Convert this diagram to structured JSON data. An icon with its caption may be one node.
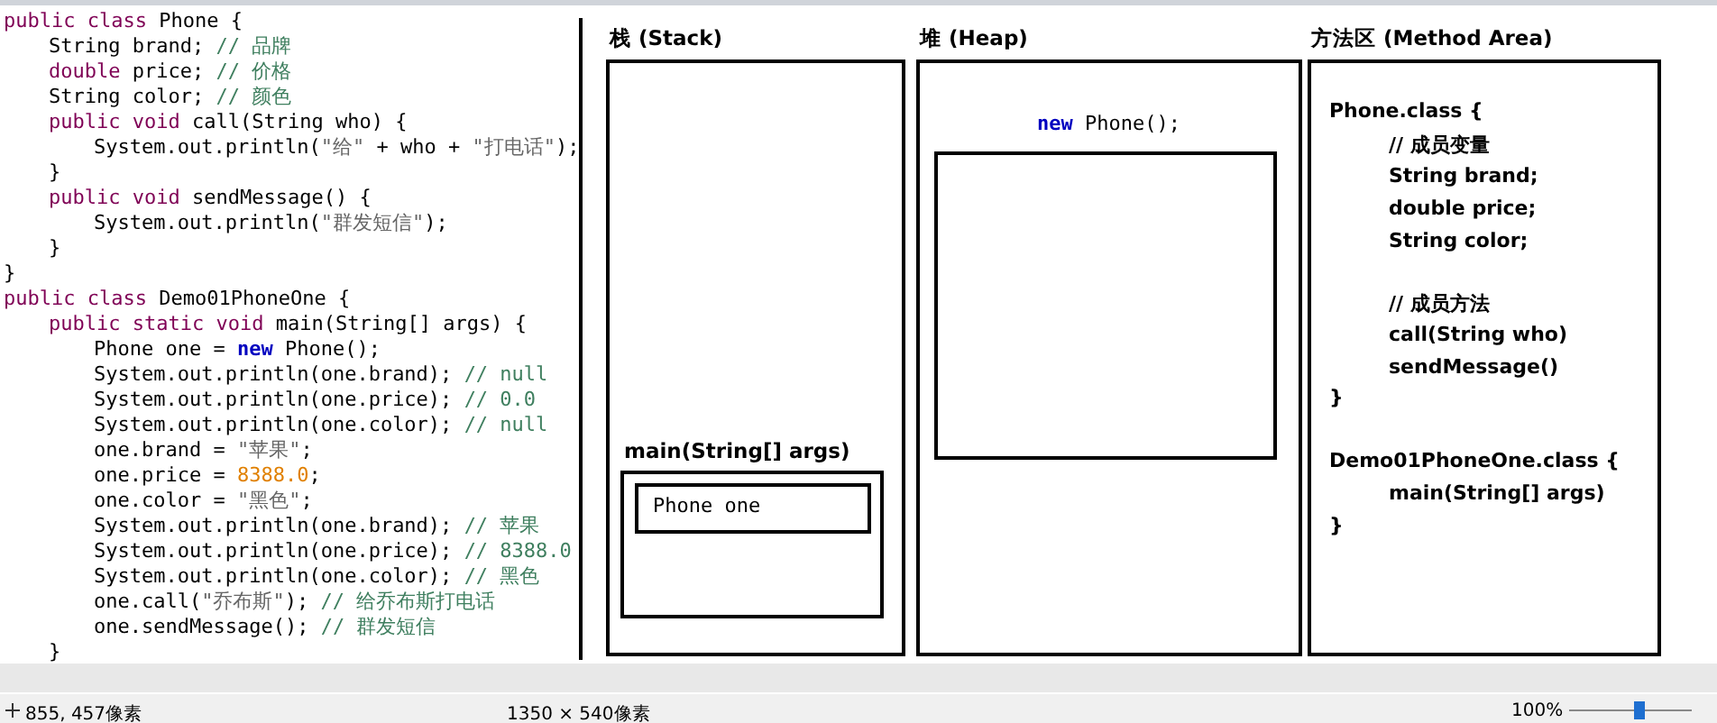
{
  "diagram": {
    "nodes": [
      {
        "text": [
          "栈 (Stack)"
        ]
      },
      {
        "text": [
          "main(String[] args)"
        ],
        "in": 0
      },
      {
        "text": [
          "Phone one"
        ],
        "in": 1
      },
      {
        "text": [
          "堆 (Heap)"
        ]
      },
      {
        "text": [
          "**new** Phone();"
        ],
        "in": 3
      },
      {
        "text": [
          "方法区 (Method Area)",
          "Phone.class {",
          "// 成员变量",
          "String brand;",
          "double price;",
          "String color;",
          "// 成员方法",
          "call(String who)",
          "sendMessage()",
          "}",
          "Demo01PhoneOne.class {",
          "main(String[] args)",
          "}"
        ]
      }
    ],
    "edges": [],
    "labels": [
      "public class Phone {",
      "String brand; // 品牌",
      "double price; // 价格",
      "String color; // 颜色",
      "public void call(String who) {",
      "System.out.println(\"给\" + who + \"打电话\");",
      "}",
      "public void sendMessage() {",
      "System.out.println(\"群发短信\");",
      "}",
      "}",
      "public class Demo01PhoneOne {",
      "public static void main(String[] args) {",
      "Phone one = new Phone();",
      "System.out.println(one.brand); // null",
      "System.out.println(one.price); // 0.0",
      "System.out.println(one.color); // null",
      "one.brand = \"苹果\";",
      "one.price = 8388.0;",
      "one.color = \"黑色\";",
      "System.out.println(one.brand); // 苹果",
      "System.out.println(one.price); // 8388.0",
      "System.out.println(one.color); // 黑色",
      "one.call(\"乔布斯\"); // 给乔布斯打电话",
      "one.sendMessage(); // 群发短信",
      "}",
      "855, 457像素",
      "1350 × 540像素",
      "100%"
    ]
  }
}
